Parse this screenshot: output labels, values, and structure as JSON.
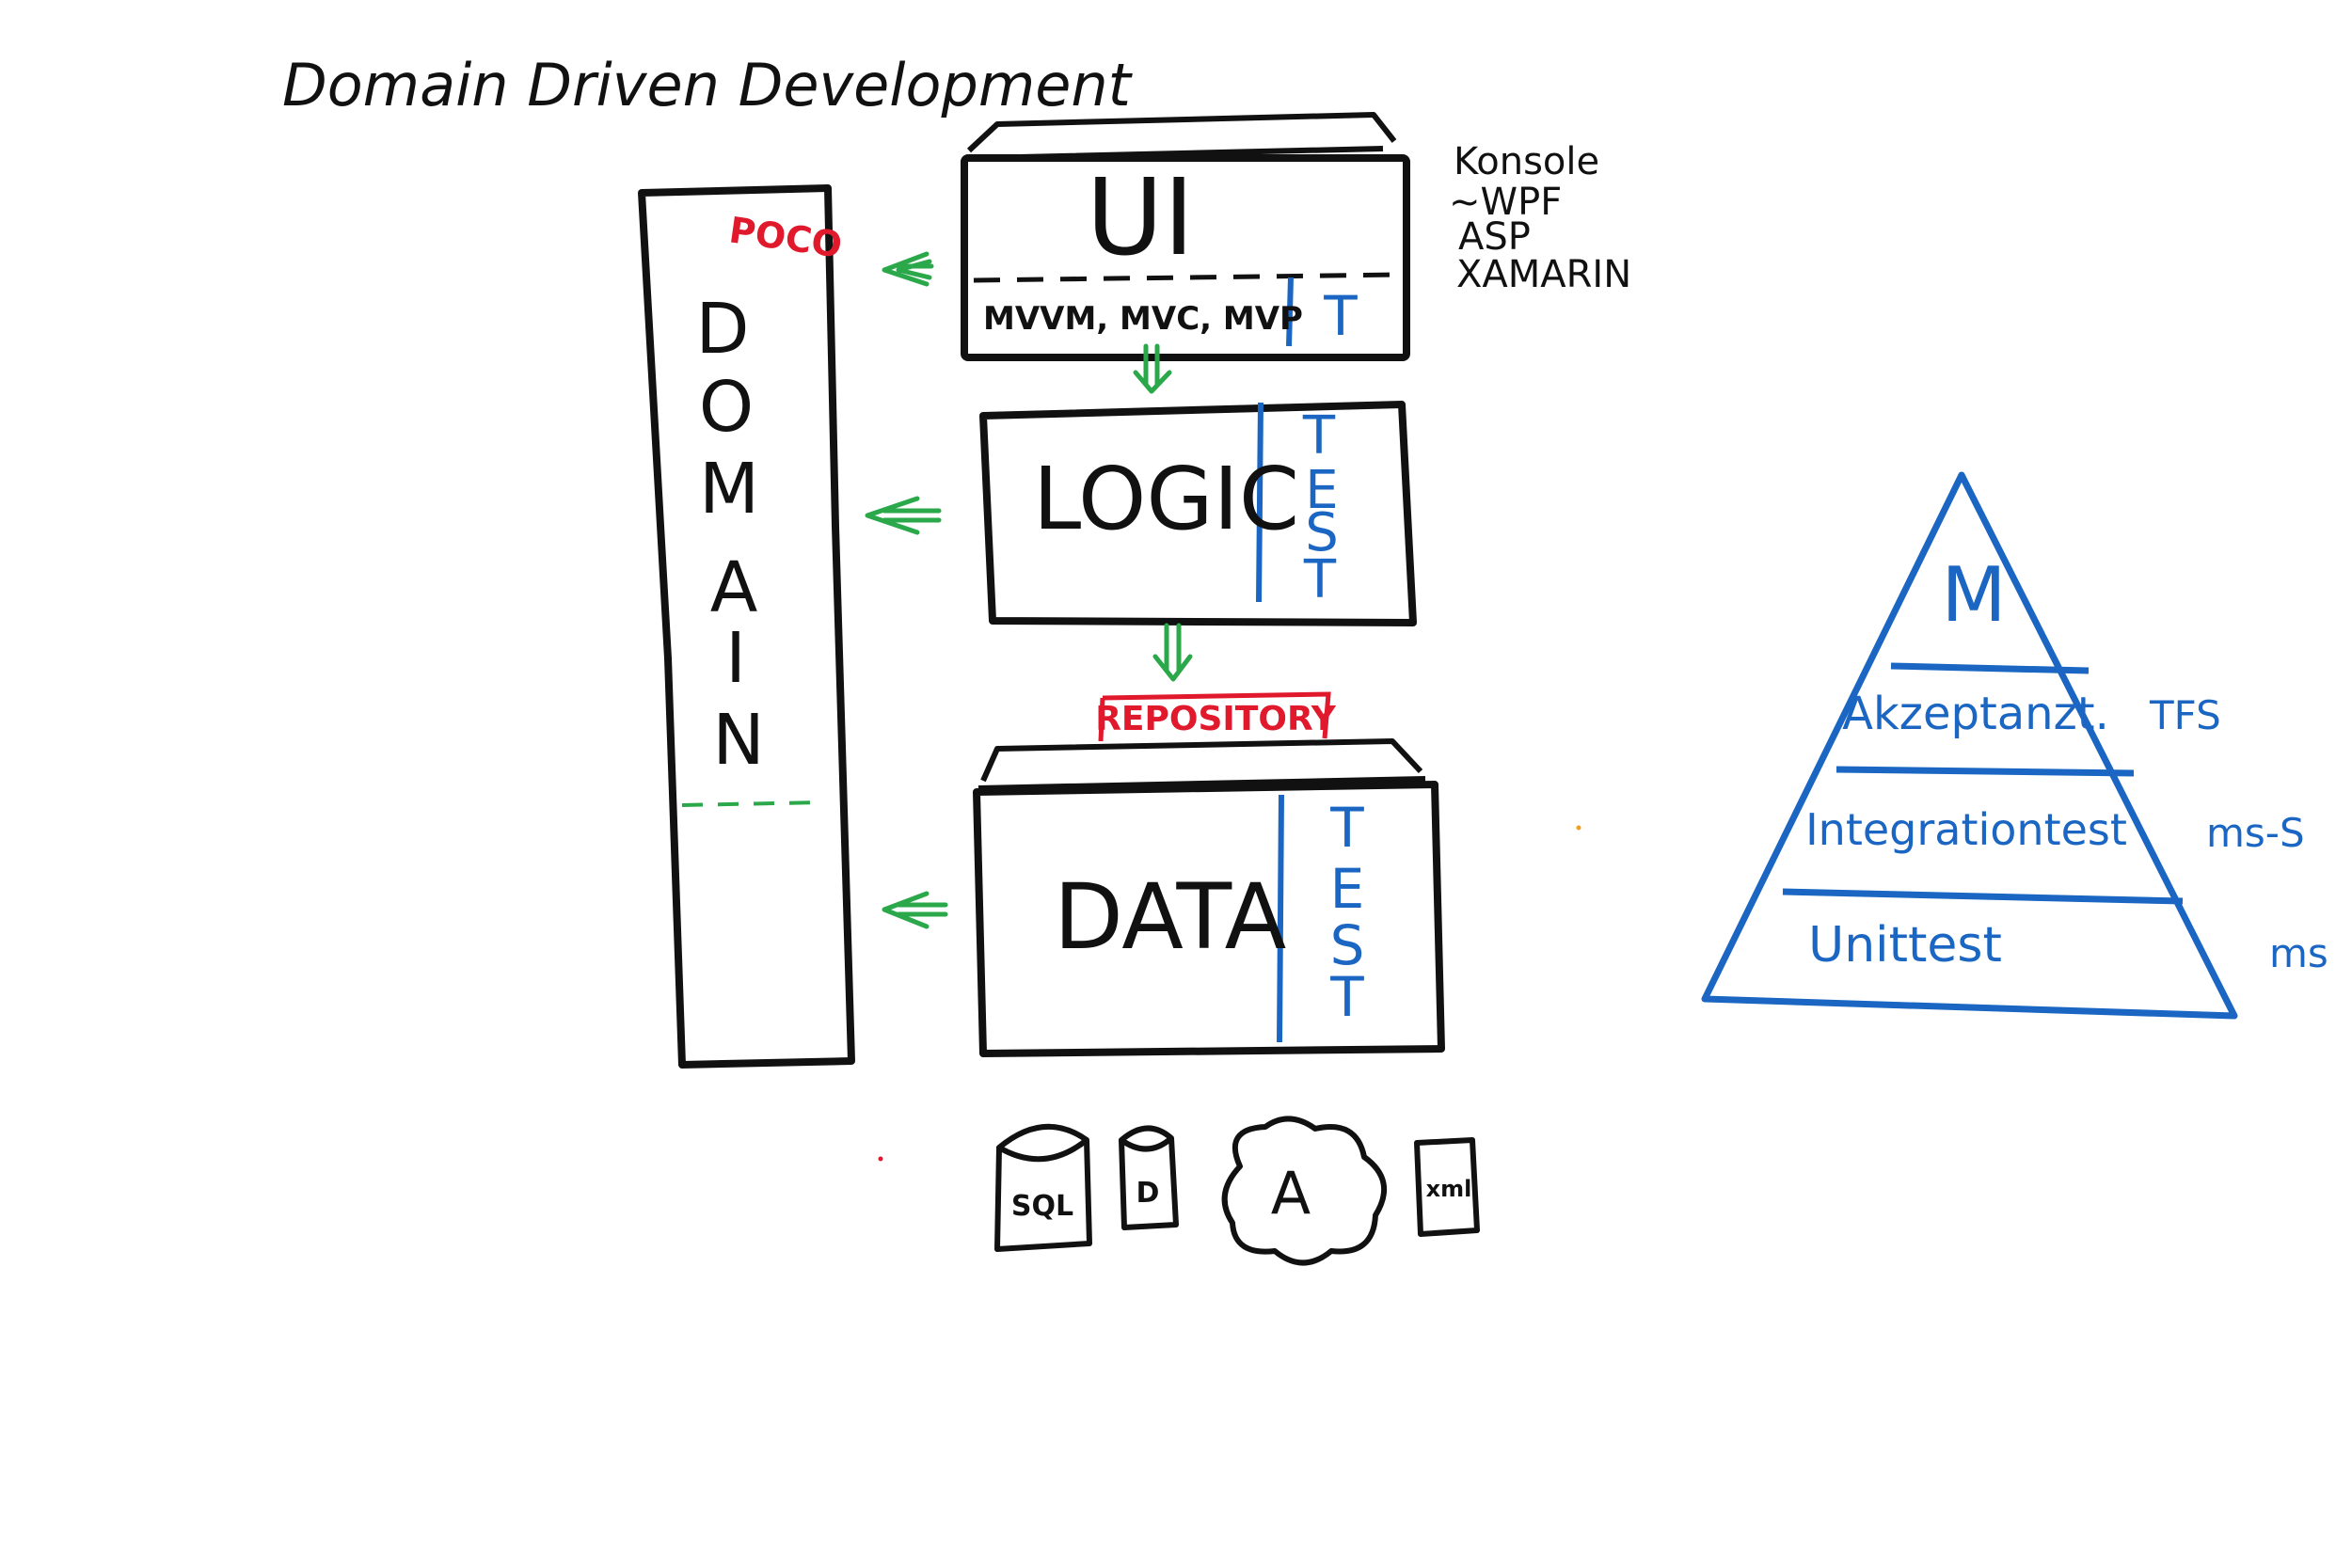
{
  "title": "Domain Driven Development",
  "colors": {
    "ink": "#111111",
    "arrow": "#2aa84a",
    "note": "#e0192d",
    "test": "#1a66c2",
    "dot_orange": "#f0a020"
  },
  "domain": {
    "label_letters": [
      "D",
      "O",
      "M",
      "A",
      "I",
      "N"
    ],
    "poco": "POCO"
  },
  "ui_layer": {
    "label": "UI",
    "patterns": "MVVM, MVC, MVP",
    "test": "T",
    "platforms": [
      "Konsole",
      "~WPF",
      "ASP",
      "XAMARIN"
    ]
  },
  "logic_layer": {
    "label": "LOGIC",
    "test_letters": [
      "T",
      "E",
      "S",
      "T"
    ]
  },
  "repository": "REPOSITORY",
  "data_layer": {
    "label": "DATA",
    "test_letters": [
      "T",
      "E",
      "S",
      "T"
    ]
  },
  "data_sources": {
    "sql": "SQL",
    "db": "D",
    "api": "A",
    "xml": "xml"
  },
  "pyramid": {
    "levels": [
      "M",
      "Akzeptanzt.",
      "Integrationtest",
      "Unittest"
    ],
    "tools": [
      "TFS",
      "ms-S",
      "ms"
    ]
  }
}
